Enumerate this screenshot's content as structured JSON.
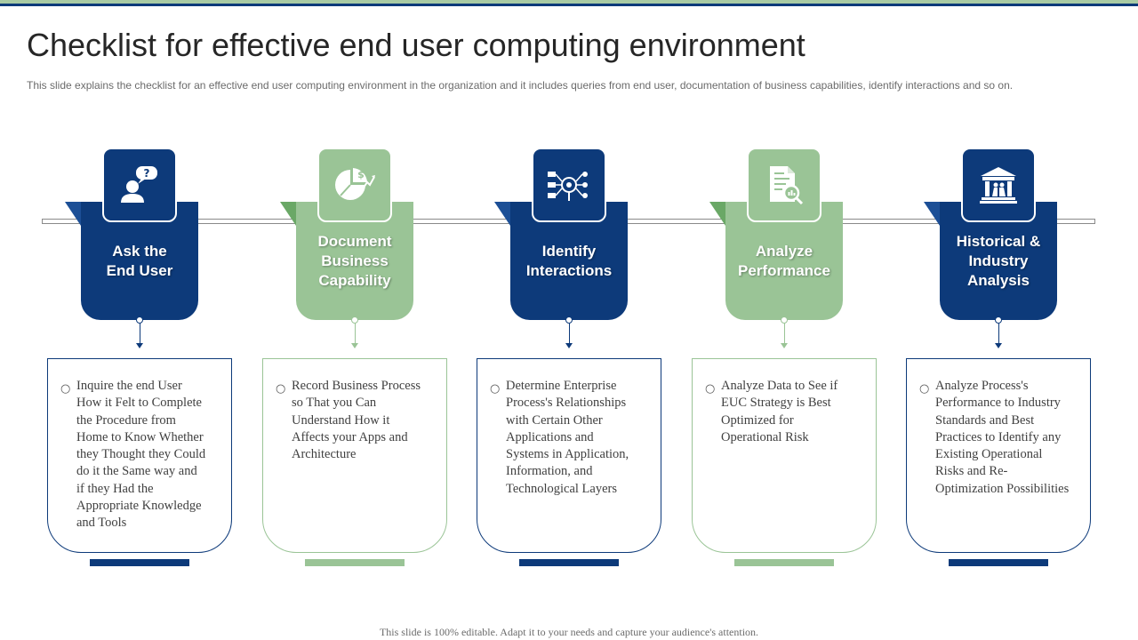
{
  "slide": {
    "title": "Checklist for effective end user computing environment",
    "subtitle": "This slide explains  the checklist for an effective  end user computing  environment in the organization and it includes queries from  end user, documentation of business capabilities, identify interactions and so on.",
    "footer": "This slide is 100% editable.  Adapt it to your needs and capture your audience's  attention."
  },
  "colors": {
    "navy": "#0d3a7a",
    "green": "#9ac496",
    "fold_navy": "#1c4f96",
    "fold_green": "#6aa866"
  },
  "steps": [
    {
      "label": "Ask the\nEnd User",
      "icon": "user-question-icon",
      "color": "navy",
      "text": "Inquire  the end User\nHow it Felt to Complete\nthe Procedure from\nHome to Know Whether\nthey Thought  they Could\ndo it the Same way and\nif they Had the\nAppropriate  Knowledge\nand Tools"
    },
    {
      "label": "Document\nBusiness\nCapability",
      "icon": "pie-chart-dollar-icon",
      "color": "green",
      "text": "Record Business  Process\nso That you Can\nUnderstand  How it\nAffects your Apps and\nArchitecture"
    },
    {
      "label": "Identify\nInteractions",
      "icon": "network-analysis-icon",
      "color": "navy",
      "text": "Determine  Enterprise\nProcess's Relationships\nwith Certain  Other\nApplications  and\nSystems in Application,\nInformation,  and\nTechnological  Layers"
    },
    {
      "label": "Analyze\nPerformance",
      "icon": "report-analysis-icon",
      "color": "green",
      "text": "Analyze  Data to See if\nEUC Strategy is Best\nOptimized  for\nOperational  Risk"
    },
    {
      "label": "Historical &\nIndustry\nAnalysis",
      "icon": "bank-building-icon",
      "color": "navy",
      "text": "Analyze  Process's\nPerformance  to Industry\nStandards and Best\nPractices to Identify  any\nExisting  Operational\nRisks and Re-\nOptimization  Possibilities"
    }
  ]
}
